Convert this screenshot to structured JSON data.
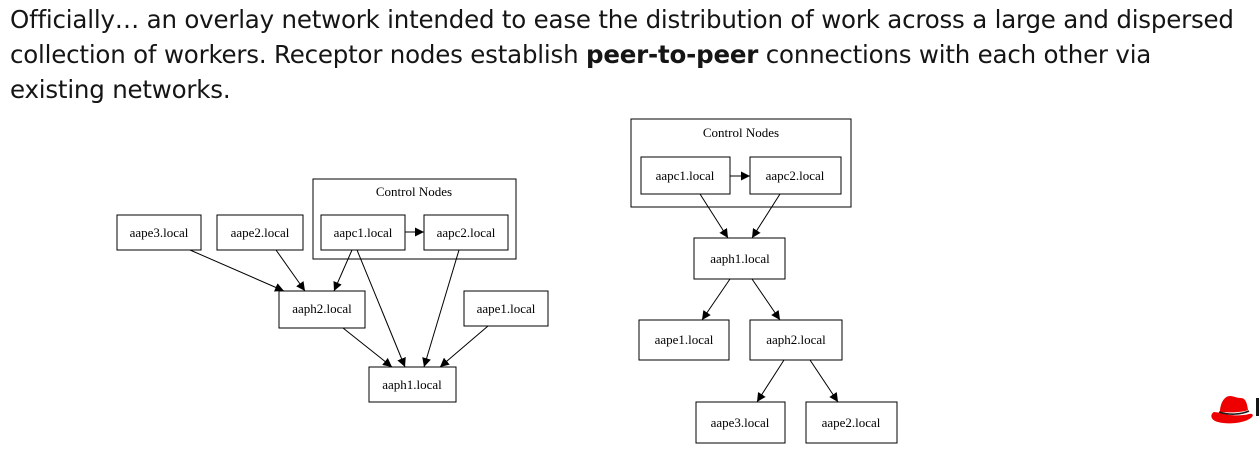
{
  "intro": {
    "before": "Officially… an overlay network intended to ease the distribution of work across a large and dispersed collection of workers. Receptor nodes establish ",
    "bold": "peer-to-peer",
    "after": " connections with each other via existing networks."
  },
  "diagram_left": {
    "cluster_label": "Control Nodes",
    "nodes": {
      "aape3": "aape3.local",
      "aape2": "aape2.local",
      "aapc1": "aapc1.local",
      "aapc2": "aapc2.local",
      "aaph2": "aaph2.local",
      "aape1": "aape1.local",
      "aaph1": "aaph1.local"
    }
  },
  "diagram_right": {
    "cluster_label": "Control Nodes",
    "nodes": {
      "aapc1": "aapc1.local",
      "aapc2": "aapc2.local",
      "aaph1": "aaph1.local",
      "aape1": "aape1.local",
      "aaph2": "aaph2.local",
      "aape3": "aape3.local",
      "aape2": "aape2.local"
    }
  },
  "logo": {
    "icon": "red-hat-icon",
    "color": "#ee0000"
  }
}
